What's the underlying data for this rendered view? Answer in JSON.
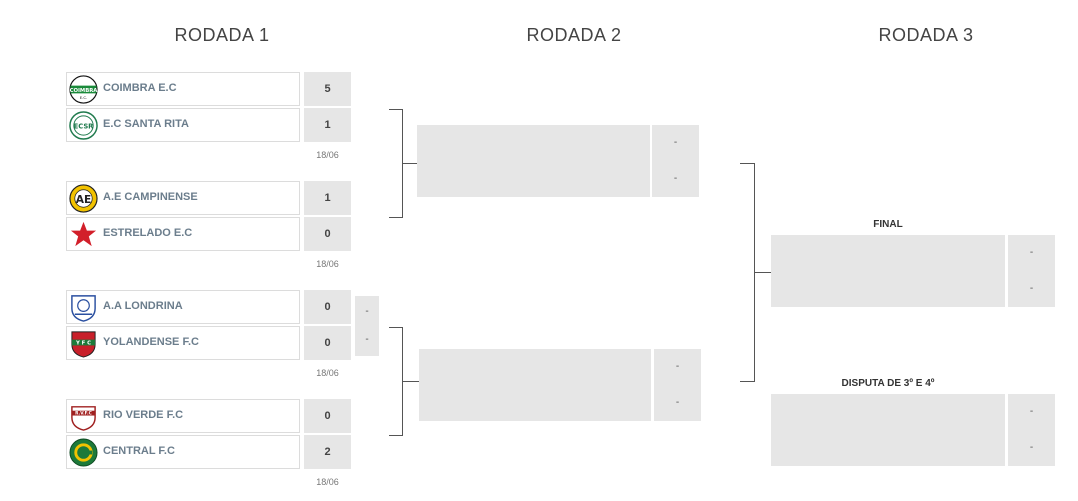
{
  "rounds": [
    "RODADA 1",
    "RODADA 2",
    "RODADA 3"
  ],
  "round1": {
    "matches": [
      {
        "teams": [
          {
            "name": "COIMBRA E.C",
            "score": "5",
            "logo": "coimbra-logo"
          },
          {
            "name": "E.C SANTA RITA",
            "score": "1",
            "logo": "santa-rita-logo"
          }
        ],
        "date": "18/06"
      },
      {
        "teams": [
          {
            "name": "A.E CAMPINENSE",
            "score": "1",
            "logo": "campinense-logo"
          },
          {
            "name": "ESTRELADO E.C",
            "score": "0",
            "logo": "estrelado-logo"
          }
        ],
        "date": "18/06"
      },
      {
        "teams": [
          {
            "name": "A.A LONDRINA",
            "score": "0",
            "logo": "londrina-logo"
          },
          {
            "name": "YOLANDENSE F.C",
            "score": "0",
            "logo": "yolandense-logo"
          }
        ],
        "date": "18/06",
        "extra": [
          "-",
          "-"
        ]
      },
      {
        "teams": [
          {
            "name": "RIO VERDE F.C",
            "score": "0",
            "logo": "rio-verde-logo"
          },
          {
            "name": "CENTRAL F.C",
            "score": "2",
            "logo": "central-logo"
          }
        ],
        "date": "18/06"
      }
    ]
  },
  "round2": {
    "matches": [
      {
        "scores": [
          "-",
          "-"
        ]
      },
      {
        "scores": [
          "-",
          "-"
        ]
      }
    ]
  },
  "round3": {
    "final": {
      "label": "FINAL",
      "scores": [
        "-",
        "-"
      ]
    },
    "third": {
      "label": "DISPUTA DE 3º E 4º",
      "scores": [
        "-",
        "-"
      ]
    }
  },
  "colors": {
    "box_gray": "#e6e6e6",
    "team_text": "#6b7d8c",
    "bracket_line": "#555555"
  }
}
